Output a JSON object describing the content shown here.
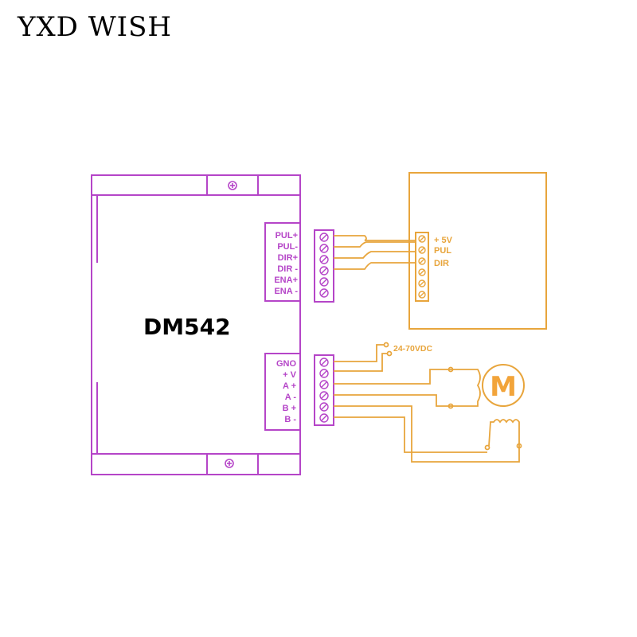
{
  "brand": {
    "text": "YXD WISH"
  },
  "driver": {
    "model": "DM542",
    "signal_terminals": [
      "PUL+",
      "PUL-",
      "DIR+",
      "DIR -",
      "ENA+",
      "ENA -"
    ],
    "power_motor_terminals": [
      "GNO",
      "+ V",
      "A +",
      "A -",
      "B +",
      "B -"
    ]
  },
  "controller": {
    "pins": [
      "+ 5V",
      "PUL",
      "DIR"
    ]
  },
  "power_supply": {
    "label": "24-70VDC"
  },
  "motor": {
    "label": "M"
  },
  "colors": {
    "driver": "#b545c8",
    "wiring": "#e8a53c",
    "motor_fill": "#f2a43a",
    "text": "#000000"
  }
}
